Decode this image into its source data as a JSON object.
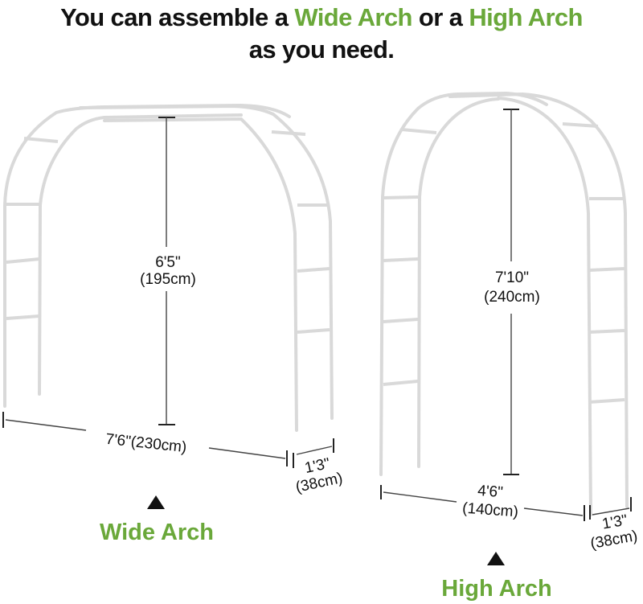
{
  "headline": {
    "line1_part1": "You can assemble a ",
    "line1_highlight1": "Wide Arch",
    "line1_part2": " or a ",
    "line1_highlight2": "High Arch",
    "line2": "as you need."
  },
  "colors": {
    "accent_green": "#6aa83a",
    "text": "#111111",
    "frame": "#d9d9d9"
  },
  "wide_arch": {
    "label": "Wide Arch",
    "height_imperial": "6'5\"",
    "height_metric": "(195cm)",
    "width_text": "7'6\"(230cm)",
    "depth_imperial": "1'3\"",
    "depth_metric": "(38cm)",
    "pointer_icon": "triangle-up"
  },
  "high_arch": {
    "label": "High Arch",
    "height_imperial": "7'10\"",
    "height_metric": "(240cm)",
    "width_imperial": "4'6\"",
    "width_metric": "(140cm)",
    "depth_imperial": "1'3\"",
    "depth_metric": "(38cm)",
    "pointer_icon": "triangle-up"
  }
}
